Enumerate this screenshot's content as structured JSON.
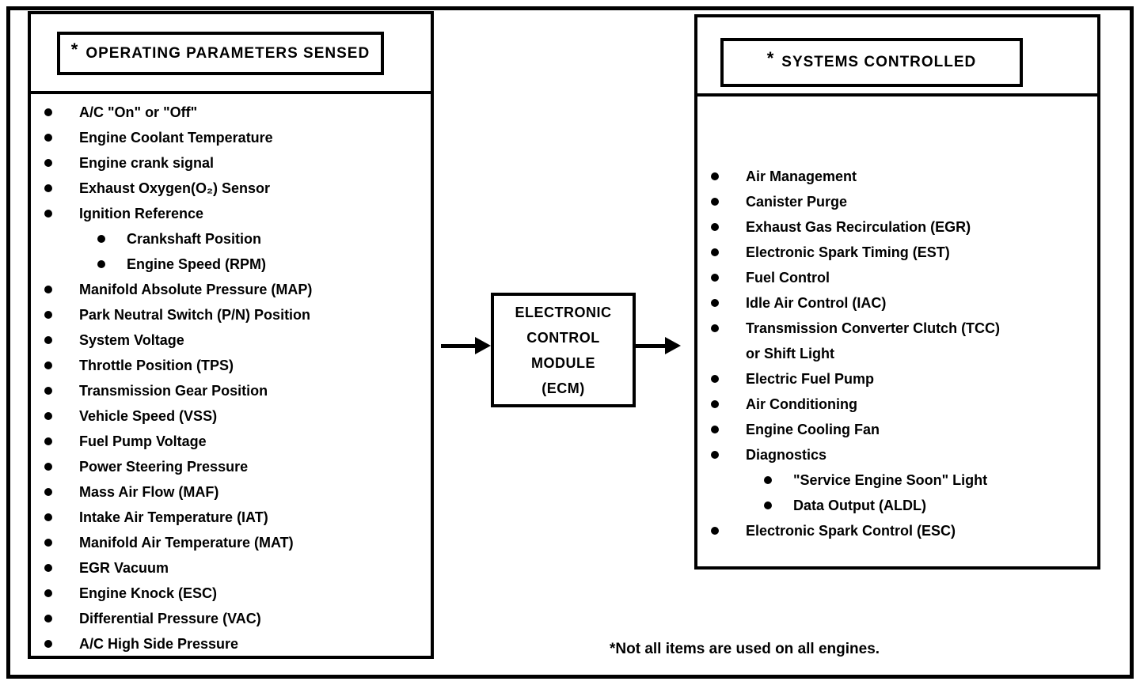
{
  "colors": {
    "ink": "#000000",
    "paper": "#ffffff"
  },
  "left_panel": {
    "title_asterisk": "*",
    "title": "OPERATING PARAMETERS SENSED",
    "items": [
      {
        "text": "A/C \"On\" or \"Off\"",
        "indent": 0,
        "bullet": true
      },
      {
        "text": "Engine Coolant Temperature",
        "indent": 0,
        "bullet": true
      },
      {
        "text": "Engine crank signal",
        "indent": 0,
        "bullet": true
      },
      {
        "text": "Exhaust Oxygen(O₂) Sensor",
        "indent": 0,
        "bullet": true
      },
      {
        "text": "Ignition Reference",
        "indent": 0,
        "bullet": true
      },
      {
        "text": "Crankshaft Position",
        "indent": 1,
        "bullet": true
      },
      {
        "text": "Engine Speed (RPM)",
        "indent": 1,
        "bullet": true
      },
      {
        "text": "Manifold Absolute Pressure (MAP)",
        "indent": 0,
        "bullet": true
      },
      {
        "text": "Park Neutral Switch (P/N) Position",
        "indent": 0,
        "bullet": true
      },
      {
        "text": "System Voltage",
        "indent": 0,
        "bullet": true
      },
      {
        "text": "Throttle Position (TPS)",
        "indent": 0,
        "bullet": true
      },
      {
        "text": "Transmission Gear Position",
        "indent": 0,
        "bullet": true
      },
      {
        "text": "Vehicle Speed (VSS)",
        "indent": 0,
        "bullet": true
      },
      {
        "text": "Fuel Pump Voltage",
        "indent": 0,
        "bullet": true
      },
      {
        "text": "Power Steering Pressure",
        "indent": 0,
        "bullet": true
      },
      {
        "text": "Mass Air Flow (MAF)",
        "indent": 0,
        "bullet": true
      },
      {
        "text": "Intake Air Temperature (IAT)",
        "indent": 0,
        "bullet": true
      },
      {
        "text": "Manifold Air Temperature (MAT)",
        "indent": 0,
        "bullet": true
      },
      {
        "text": "EGR Vacuum",
        "indent": 0,
        "bullet": true
      },
      {
        "text": "Engine Knock (ESC)",
        "indent": 0,
        "bullet": true
      },
      {
        "text": "Differential Pressure (VAC)",
        "indent": 0,
        "bullet": true
      },
      {
        "text": "A/C High Side Pressure",
        "indent": 0,
        "bullet": true
      }
    ]
  },
  "center": {
    "lines": [
      "ELECTRONIC",
      "CONTROL",
      "MODULE",
      "(ECM)"
    ]
  },
  "right_panel": {
    "title_asterisk": "*",
    "title": "SYSTEMS CONTROLLED",
    "items": [
      {
        "text": "Air Management",
        "indent": 0,
        "bullet": true
      },
      {
        "text": "Canister Purge",
        "indent": 0,
        "bullet": true
      },
      {
        "text": "Exhaust Gas Recirculation (EGR)",
        "indent": 0,
        "bullet": true
      },
      {
        "text": "Electronic Spark Timing (EST)",
        "indent": 0,
        "bullet": true
      },
      {
        "text": "Fuel Control",
        "indent": 0,
        "bullet": true
      },
      {
        "text": "Idle Air Control (IAC)",
        "indent": 0,
        "bullet": true
      },
      {
        "text": "Transmission Converter Clutch (TCC)",
        "indent": 0,
        "bullet": true
      },
      {
        "text": "or Shift Light",
        "indent": 0,
        "bullet": false
      },
      {
        "text": "Electric Fuel Pump",
        "indent": 0,
        "bullet": true
      },
      {
        "text": "Air Conditioning",
        "indent": 0,
        "bullet": true
      },
      {
        "text": "Engine Cooling Fan",
        "indent": 0,
        "bullet": true
      },
      {
        "text": "Diagnostics",
        "indent": 0,
        "bullet": true
      },
      {
        "text": "\"Service Engine Soon\" Light",
        "indent": 1,
        "bullet": true
      },
      {
        "text": "Data Output (ALDL)",
        "indent": 1,
        "bullet": true
      },
      {
        "text": "Electronic Spark Control (ESC)",
        "indent": 0,
        "bullet": true
      }
    ]
  },
  "footnote": "*Not all items are used on all engines."
}
